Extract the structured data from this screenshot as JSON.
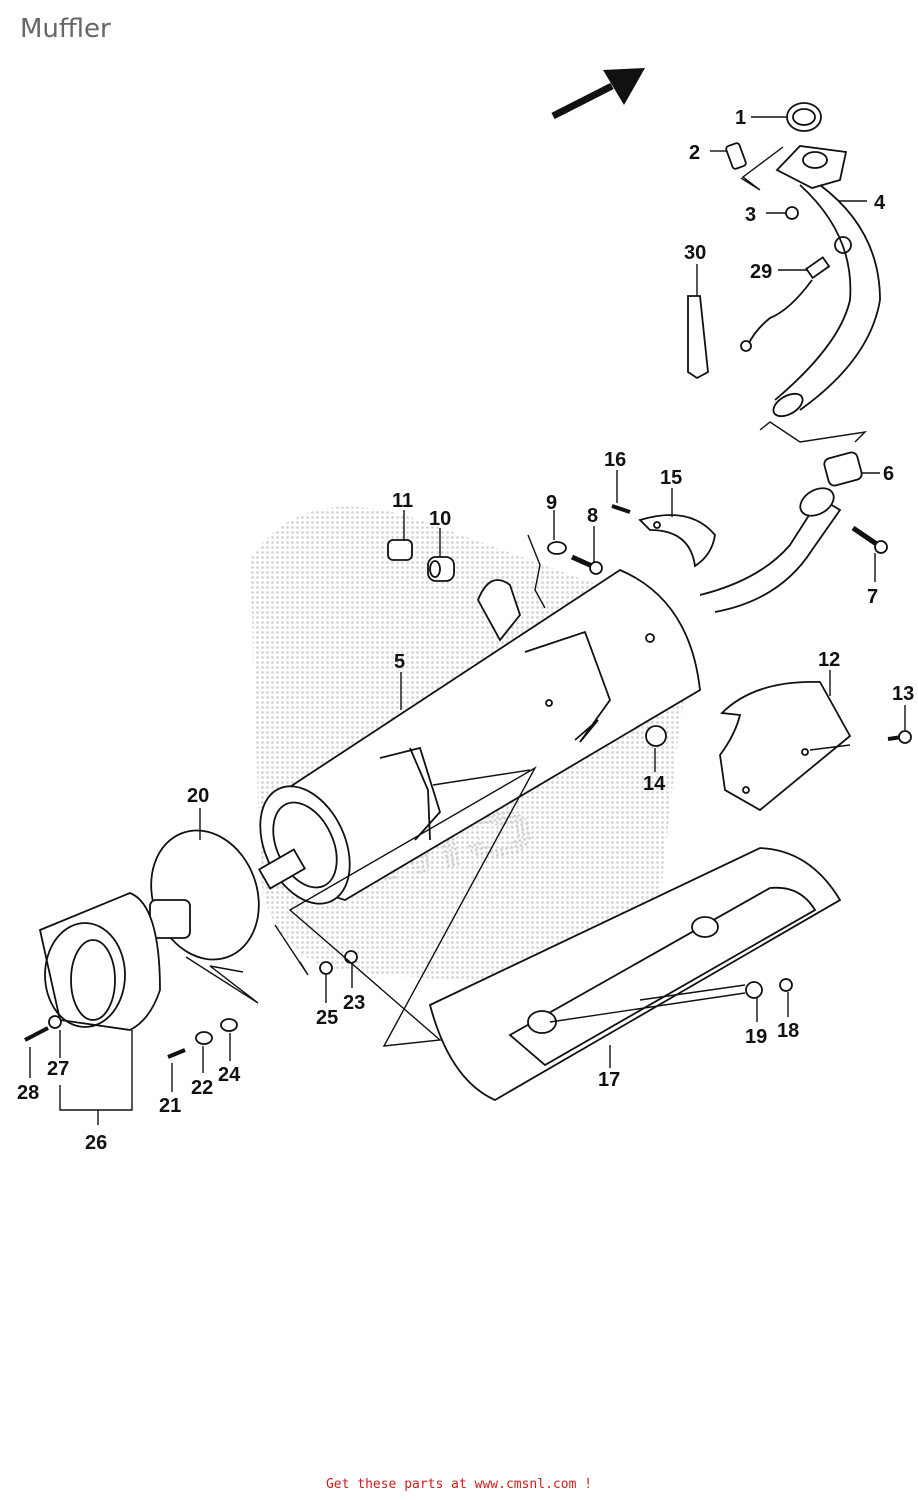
{
  "title": "Muffler",
  "footer": "Get these parts at www.cmsnl.com !",
  "watermark": "CMS",
  "callouts": {
    "c1": "1",
    "c2": "2",
    "c3": "3",
    "c4": "4",
    "c5": "5",
    "c6": "6",
    "c7": "7",
    "c8": "8",
    "c9": "9",
    "c10": "10",
    "c11": "11",
    "c12": "12",
    "c13": "13",
    "c14": "14",
    "c15": "15",
    "c16": "16",
    "c17": "17",
    "c18": "18",
    "c19": "19",
    "c20": "20",
    "c21": "21",
    "c22": "22",
    "c23": "23",
    "c24": "24",
    "c25": "25",
    "c26": "26",
    "c27": "27",
    "c28": "28",
    "c29": "29",
    "c30": "30"
  },
  "colors": {
    "footer": "#d11c1c",
    "title": "#666666",
    "watermark": "#d8d8d8",
    "line": "#111111"
  }
}
